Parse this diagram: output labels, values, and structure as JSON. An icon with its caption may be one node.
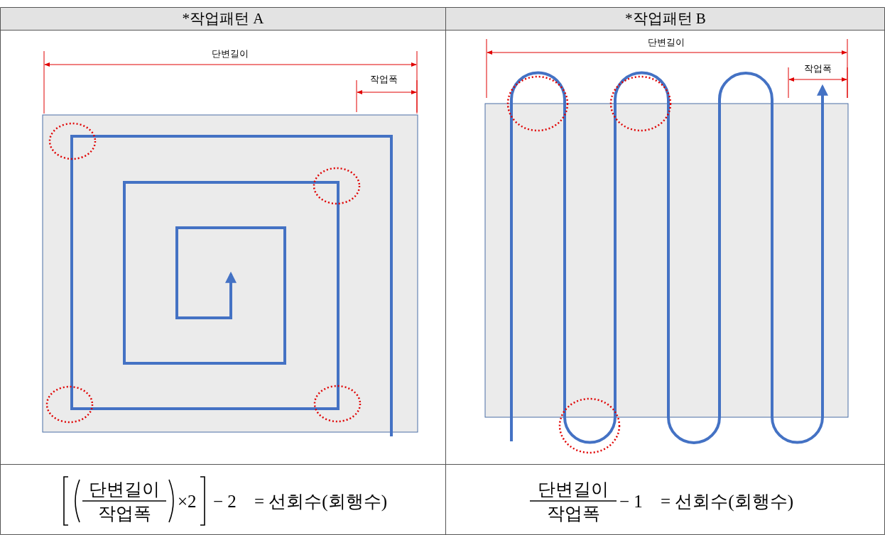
{
  "diagram": {
    "labels": [
      "*작업패턴 A",
      "*작업패턴 B",
      "단변길이",
      "작업폭",
      "단변길이",
      "작업폭",
      "단변길이",
      "작업폭",
      "×2",
      "− 2",
      "= 선회수(회행수)",
      "단변길이",
      "작업폭",
      "− 1",
      "= 선회수(회행수)"
    ]
  }
}
